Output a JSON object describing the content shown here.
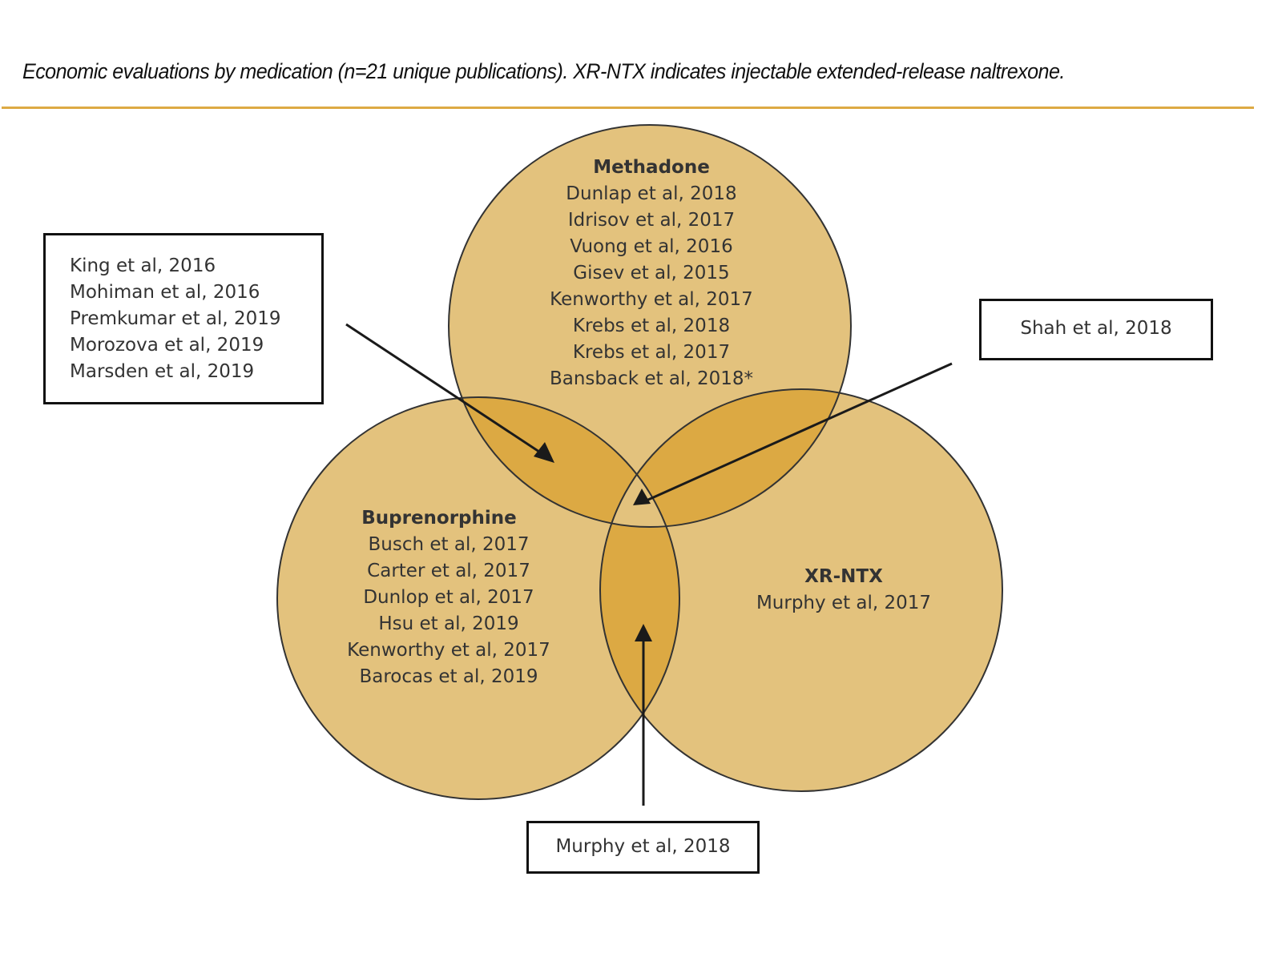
{
  "title": "Economic evaluations by medication (n=21 unique publications). XR-NTX indicates injectable extended-release naltrexone.",
  "colors": {
    "circle_fill": "#E3C27D",
    "overlap_fill": "#DCA943",
    "outline": "#333333",
    "accent_rule": "#DDAA44"
  },
  "sets": {
    "methadone": {
      "name": "Methadone",
      "items": [
        "Dunlap et al, 2018",
        "Idrisov et al, 2017",
        "Vuong et al, 2016",
        "Gisev et al, 2015",
        "Kenworthy et al, 2017",
        "Krebs et al, 2018",
        "Krebs et al, 2017",
        "Bansback et al, 2018*"
      ]
    },
    "buprenorphine": {
      "name": "Buprenorphine",
      "items": [
        "Busch et al, 2017",
        "Carter et al, 2017",
        "Dunlop et al, 2017",
        "Hsu et al, 2019",
        "Kenworthy et al, 2017",
        "Barocas et al, 2019"
      ]
    },
    "xrntx": {
      "name": "XR-NTX",
      "items": [
        "Murphy et al, 2017"
      ]
    }
  },
  "overlaps": {
    "methadone_buprenorphine": [
      "King et al, 2016",
      "Mohiman et al, 2016",
      "Premkumar et al, 2019",
      "Morozova et al, 2019",
      "Marsden et al, 2019"
    ],
    "methadone_xrntx": [
      "Shah et al, 2018"
    ],
    "buprenorphine_xrntx": [
      "Murphy et al, 2018"
    ]
  }
}
